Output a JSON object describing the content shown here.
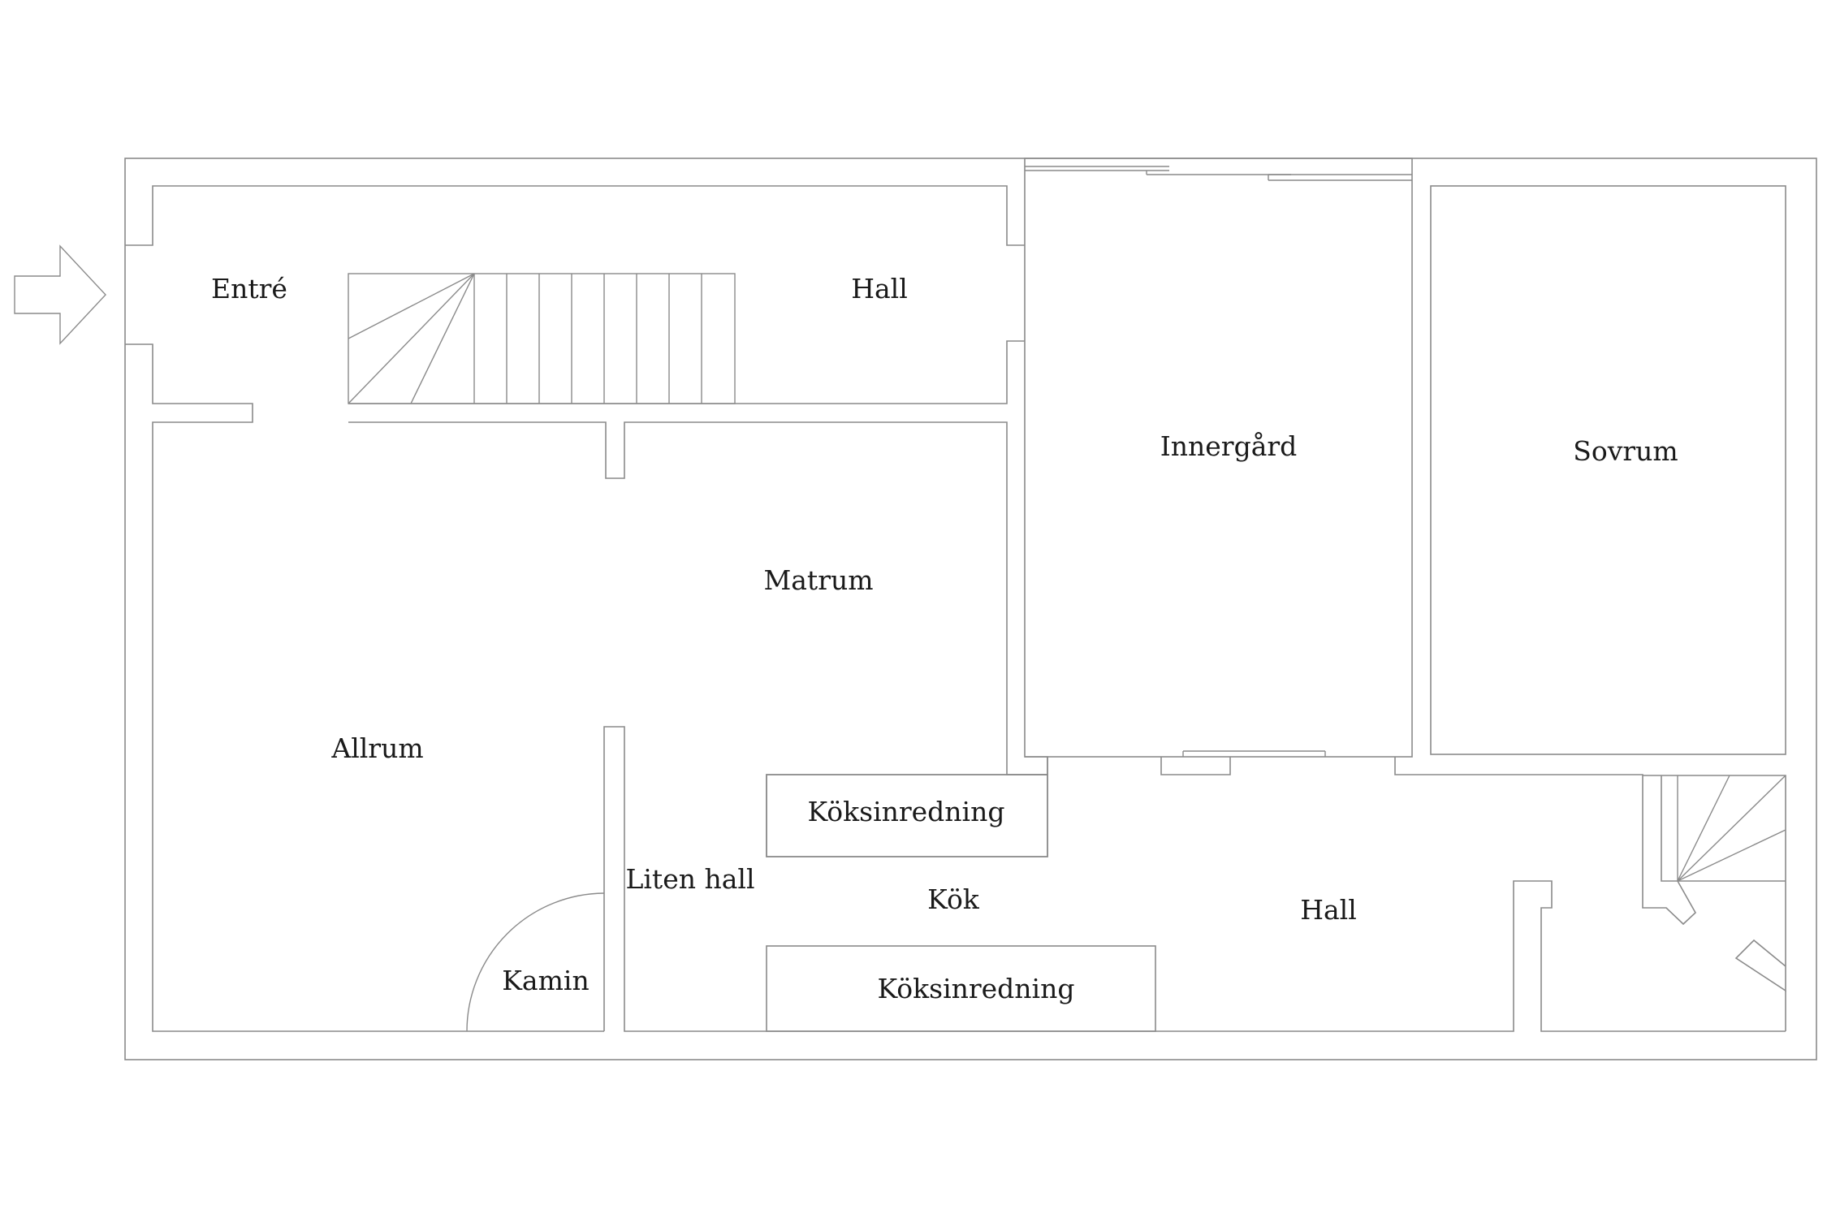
{
  "colors": {
    "background": "#ffffff",
    "line": "#8a8a8a",
    "text": "#1a1a1a"
  },
  "rooms": {
    "entre": "Entré",
    "hall_upper": "Hall",
    "innergard": "Innergård",
    "sovrum": "Sovrum",
    "matrum": "Matrum",
    "allrum": "Allrum",
    "koksinredning_upper": "Köksinredning",
    "liten_hall": "Liten hall",
    "kok": "Kök",
    "hall_lower": "Hall",
    "kamin": "Kamin",
    "koksinredning_lower": "Köksinredning"
  },
  "icons": {
    "entry_arrow": "arrow-right-icon"
  }
}
